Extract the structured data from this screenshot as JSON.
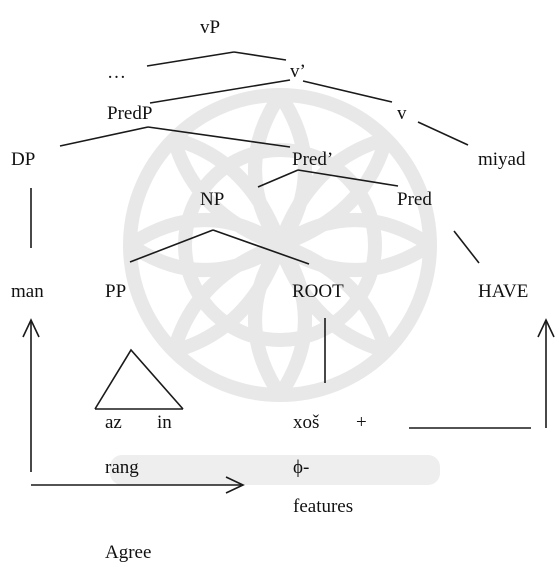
{
  "tree": {
    "vP": "vP",
    "ellipsis": "…",
    "v_bar": "v’",
    "PredP": "PredP",
    "v": "v",
    "DP": "DP",
    "Pred_bar": "Pred’",
    "miyad": "miyad",
    "NP": "NP",
    "Pred": "Pred",
    "man": "man",
    "PP": "PP",
    "ROOT": "ROOT",
    "HAVE": "HAVE",
    "az": "az",
    "in": "in",
    "xos": "xoš",
    "plus": "+",
    "rang": "rang",
    "phi": "ϕ-",
    "features": "features",
    "agree": "Agree"
  },
  "colors": {
    "ink": "#1a1a1a",
    "watermark": "#e6e6e6"
  }
}
